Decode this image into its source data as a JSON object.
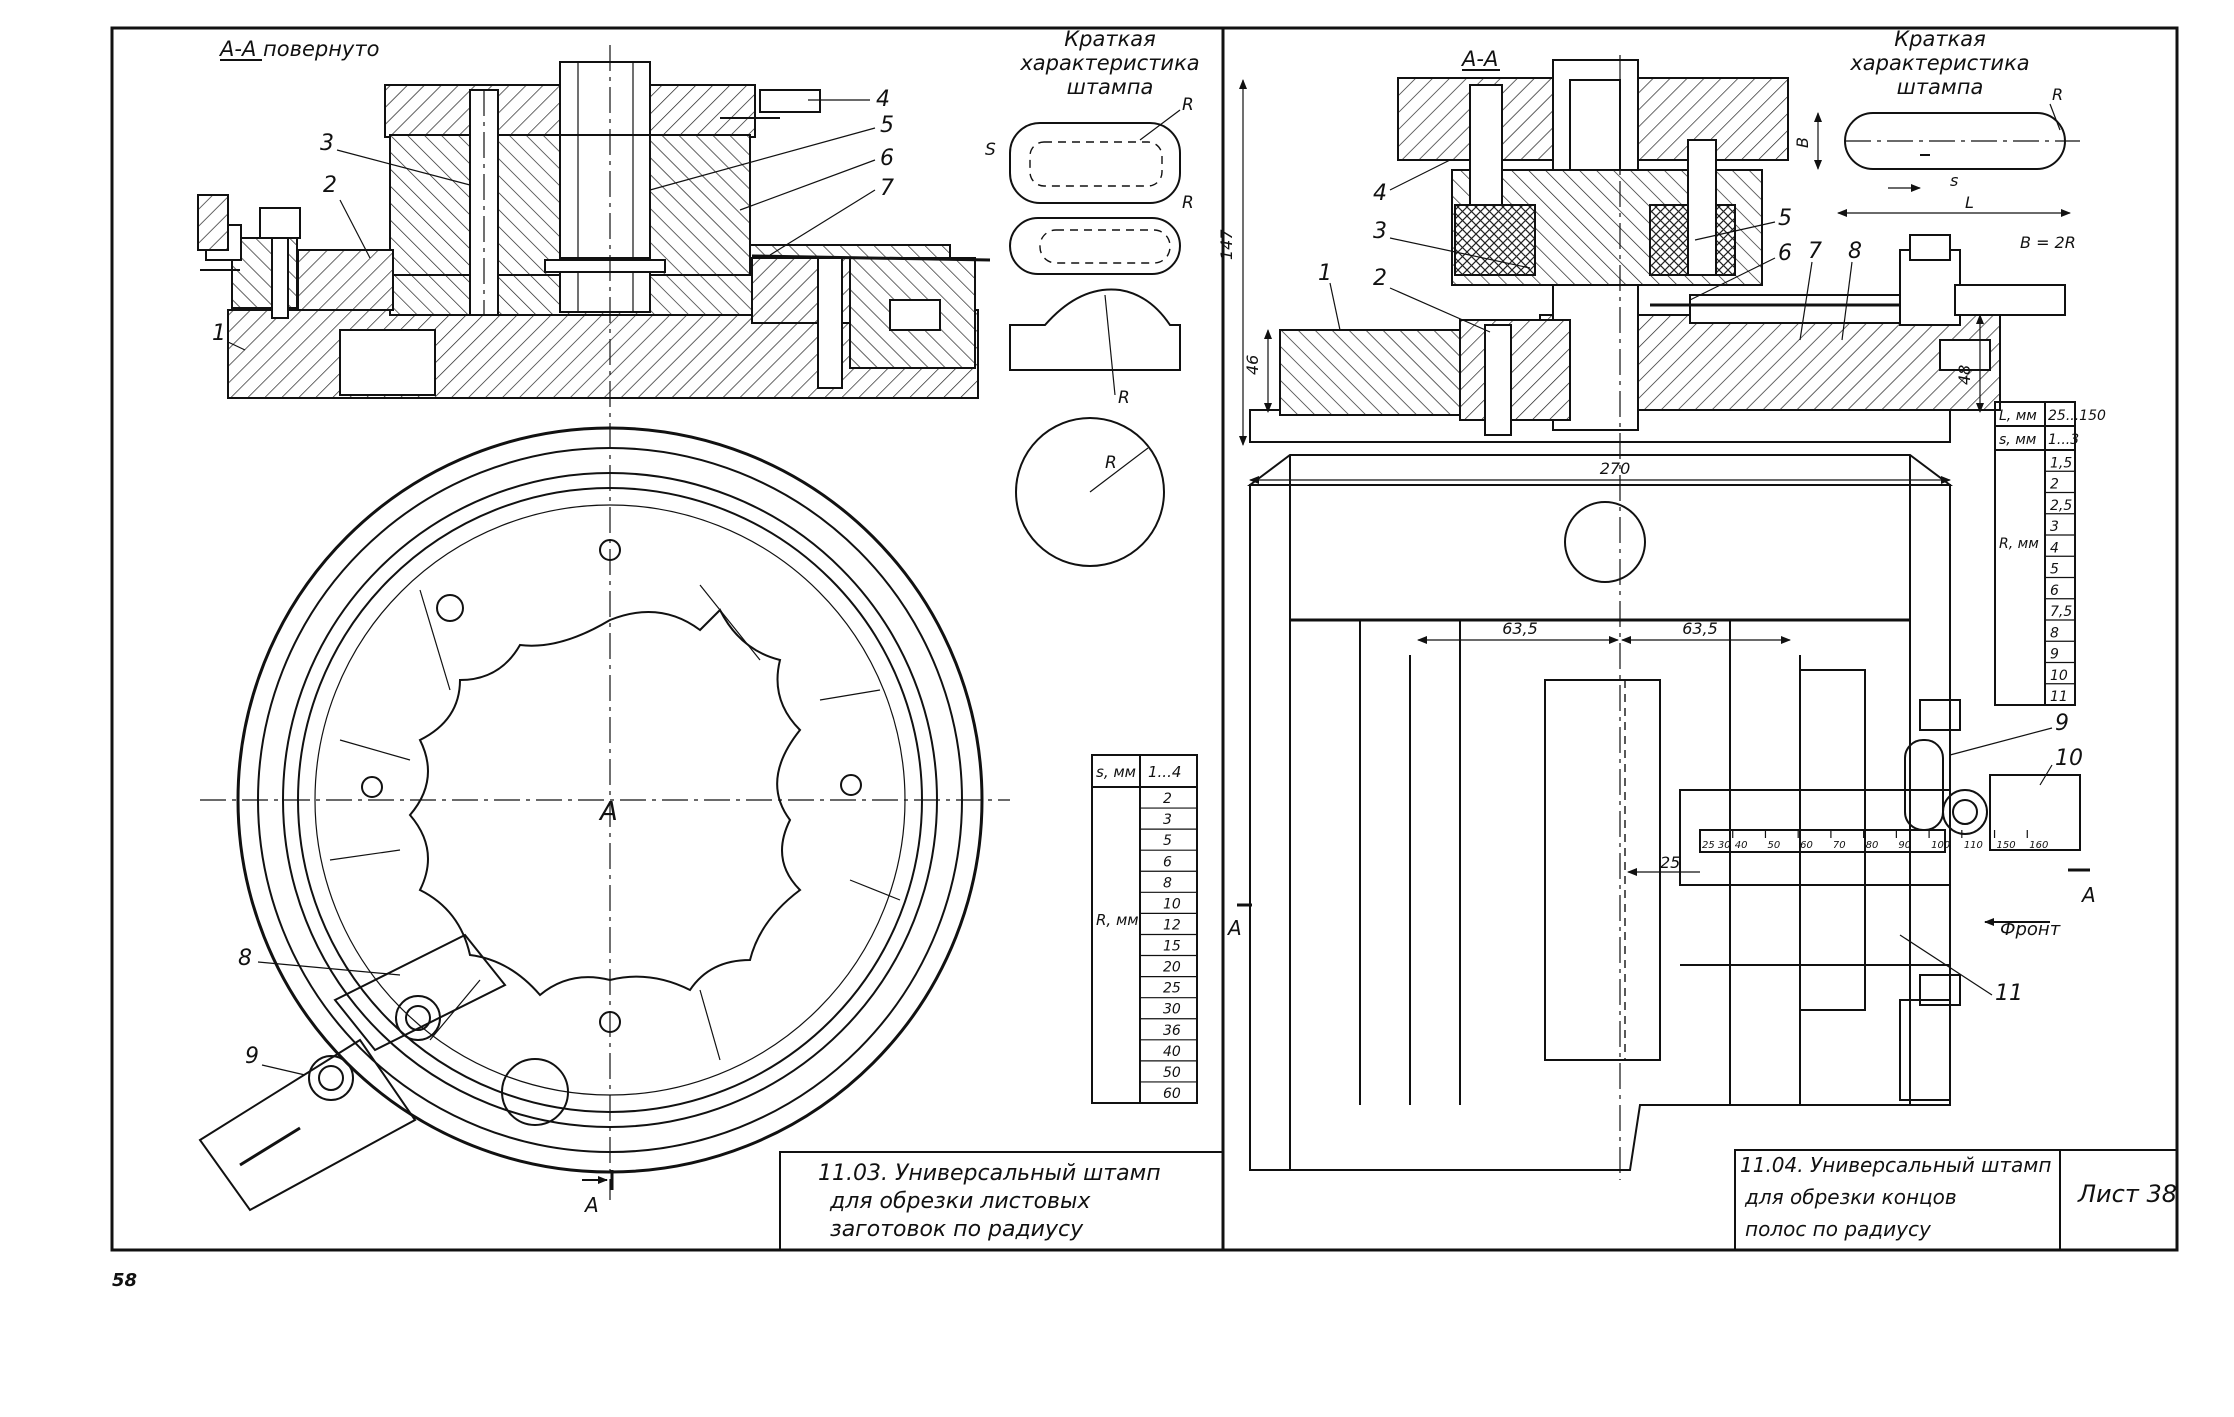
{
  "page_number": "58",
  "sheet_label": "Лист 38",
  "left": {
    "section_label": "А-А повернуто",
    "callouts": [
      "1",
      "2",
      "3",
      "4",
      "5",
      "6",
      "7",
      "8",
      "9"
    ],
    "view_mark": "А",
    "characteristic_title": [
      "Краткая",
      "характеристика",
      "штампа"
    ],
    "radius_letter": "R",
    "thickness_letter": "S",
    "table": {
      "header_left": "s, мм",
      "header_right": "1...4",
      "row_label": "R, мм",
      "values": [
        "2",
        "3",
        "5",
        "6",
        "8",
        "10",
        "12",
        "15",
        "20",
        "25",
        "30",
        "36",
        "40",
        "50",
        "60"
      ]
    },
    "title_block": [
      "11.03. Универсальный   штамп",
      "для  обрезки  листовых",
      "заготовок  по  радиусу"
    ]
  },
  "right": {
    "section_label": "А-А",
    "callouts": [
      "1",
      "2",
      "3",
      "4",
      "5",
      "6",
      "7",
      "8",
      "9",
      "10",
      "11"
    ],
    "view_mark": "А",
    "dims": {
      "height_total": "147",
      "height_base": "46",
      "height_right": "48",
      "width_total": "270",
      "offset_left": "63,5",
      "offset_right": "63,5",
      "gap": "25"
    },
    "characteristic_title": [
      "Краткая",
      "характеристика",
      "штампа"
    ],
    "slot_dims": {
      "r": "R",
      "b": "B",
      "s": "s",
      "l": "L",
      "formula": "B = 2R"
    },
    "table": {
      "row1_label": "L, мм",
      "row1_value": "25...150",
      "row2_label": "s, мм",
      "row2_value": "1...3",
      "row_label": "R, мм",
      "values": [
        "1,5",
        "2",
        "2,5",
        "3",
        "4",
        "5",
        "6",
        "7,5",
        "8",
        "9",
        "10",
        "11"
      ]
    },
    "scale_ticks": [
      "25 30",
      "40",
      "50",
      "60",
      "70",
      "80",
      "90",
      "100",
      "110",
      "150",
      "160"
    ],
    "front_label": "Фронт",
    "title_block": [
      "11.04. Универсальный  штамп",
      "для  обрезки  концов",
      "полос  по  радиусу"
    ]
  }
}
